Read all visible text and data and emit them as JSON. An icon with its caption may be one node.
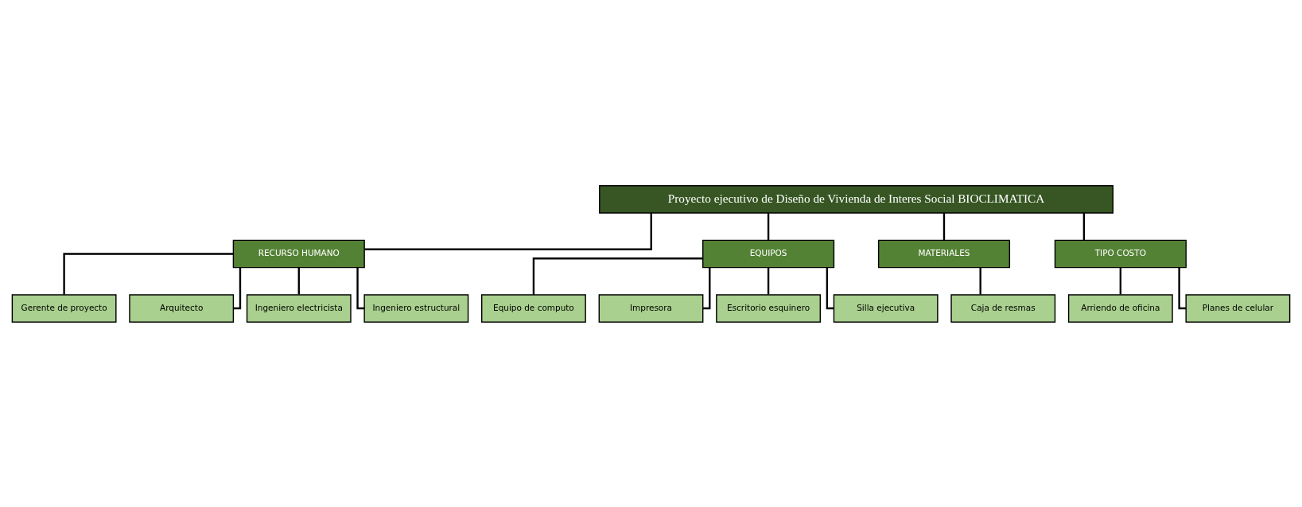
{
  "diagram": {
    "nodes": [
      {
        "text": [
          "Proyecto ejecutivo de Diseño de Vivienda de Interes Social BIOCLIMATICA"
        ]
      },
      {
        "text": [
          "RECURSO HUMANO"
        ]
      },
      {
        "text": [
          "EQUIPOS"
        ]
      },
      {
        "text": [
          "MATERIALES"
        ]
      },
      {
        "text": [
          "TIPO COSTO"
        ]
      },
      {
        "text": [
          "Gerente de proyecto"
        ]
      },
      {
        "text": [
          "Arquitecto"
        ]
      },
      {
        "text": [
          "Ingeniero electricista"
        ]
      },
      {
        "text": [
          "Ingeniero estructural"
        ]
      },
      {
        "text": [
          "Equipo de computo"
        ]
      },
      {
        "text": [
          "Impresora"
        ]
      },
      {
        "text": [
          "Escritorio esquinero"
        ]
      },
      {
        "text": [
          "Silla ejecutiva"
        ]
      },
      {
        "text": [
          "Caja de resmas"
        ]
      },
      {
        "text": [
          "Arriendo de oficina"
        ]
      },
      {
        "text": [
          "Planes de celular"
        ]
      }
    ],
    "edges": [
      {
        "from": 0,
        "to": 1,
        "arrow": "none"
      },
      {
        "from": 0,
        "to": 2,
        "arrow": "none"
      },
      {
        "from": 0,
        "to": 3,
        "arrow": "none"
      },
      {
        "from": 0,
        "to": 4,
        "arrow": "none"
      },
      {
        "from": 1,
        "to": 5,
        "arrow": "none"
      },
      {
        "from": 1,
        "to": 6,
        "arrow": "none"
      },
      {
        "from": 1,
        "to": 7,
        "arrow": "none"
      },
      {
        "from": 1,
        "to": 8,
        "arrow": "none"
      },
      {
        "from": 2,
        "to": 9,
        "arrow": "none"
      },
      {
        "from": 2,
        "to": 10,
        "arrow": "none"
      },
      {
        "from": 2,
        "to": 11,
        "arrow": "none"
      },
      {
        "from": 2,
        "to": 12,
        "arrow": "none"
      },
      {
        "from": 3,
        "to": 13,
        "arrow": "none"
      },
      {
        "from": 4,
        "to": 14,
        "arrow": "none"
      },
      {
        "from": 4,
        "to": 15,
        "arrow": "none"
      }
    ]
  }
}
